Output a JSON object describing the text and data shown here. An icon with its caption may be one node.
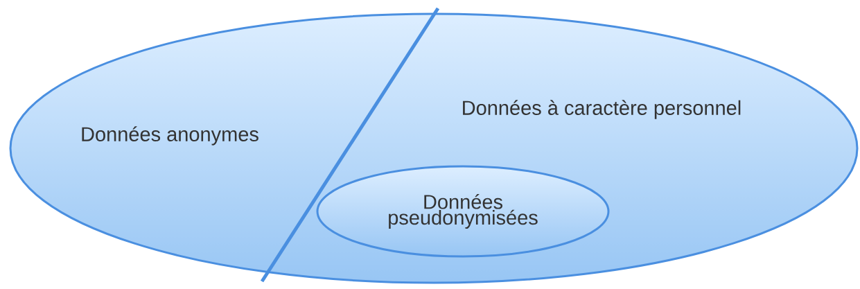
{
  "diagram": {
    "nodes": [
      {
        "text": [],
        "shape": "ellipse"
      },
      {
        "text": [
          "Données anonymes"
        ],
        "in": 0
      },
      {
        "text": [
          "Données à caractère personnel"
        ],
        "in": 0
      },
      {
        "text": [
          "Données pseudonymisées"
        ],
        "in": 0
      }
    ]
  }
}
